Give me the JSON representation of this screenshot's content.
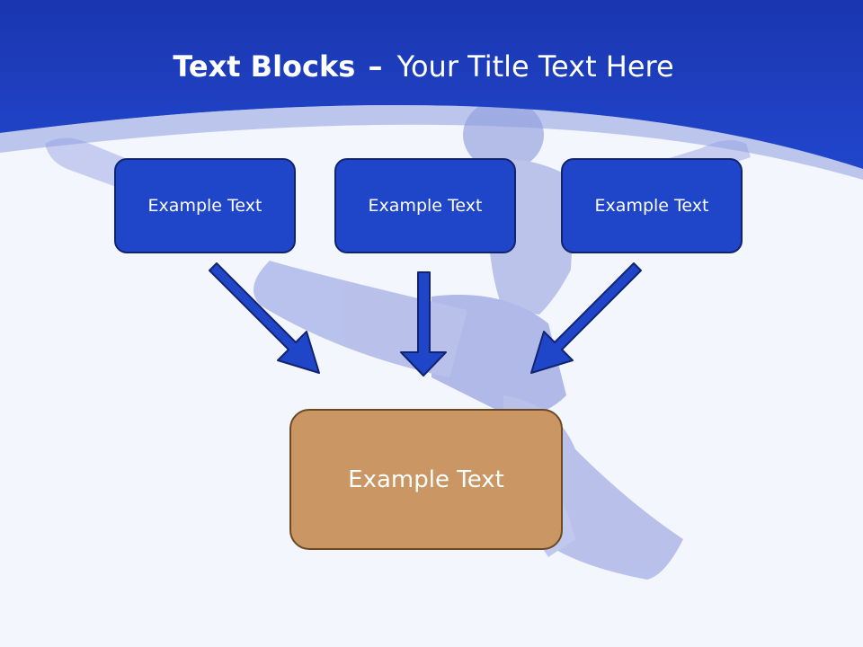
{
  "title": {
    "bold": "Text Blocks",
    "separator": "–",
    "rest": "Your Title Text Here"
  },
  "blocks": {
    "left": "Example Text",
    "middle": "Example Text",
    "right": "Example Text",
    "target": "Example Text"
  },
  "colors": {
    "header_blue": "#1f45c9",
    "block_blue": "#1f45c9",
    "block_border": "#13246e",
    "target_fill": "#c99664",
    "target_border": "#6b4a23",
    "arrow_fill": "#1f45c9",
    "arrow_stroke": "#13246e"
  },
  "icons": {
    "arrows": [
      "arrow-down-right-icon",
      "arrow-down-icon",
      "arrow-down-left-icon"
    ]
  }
}
